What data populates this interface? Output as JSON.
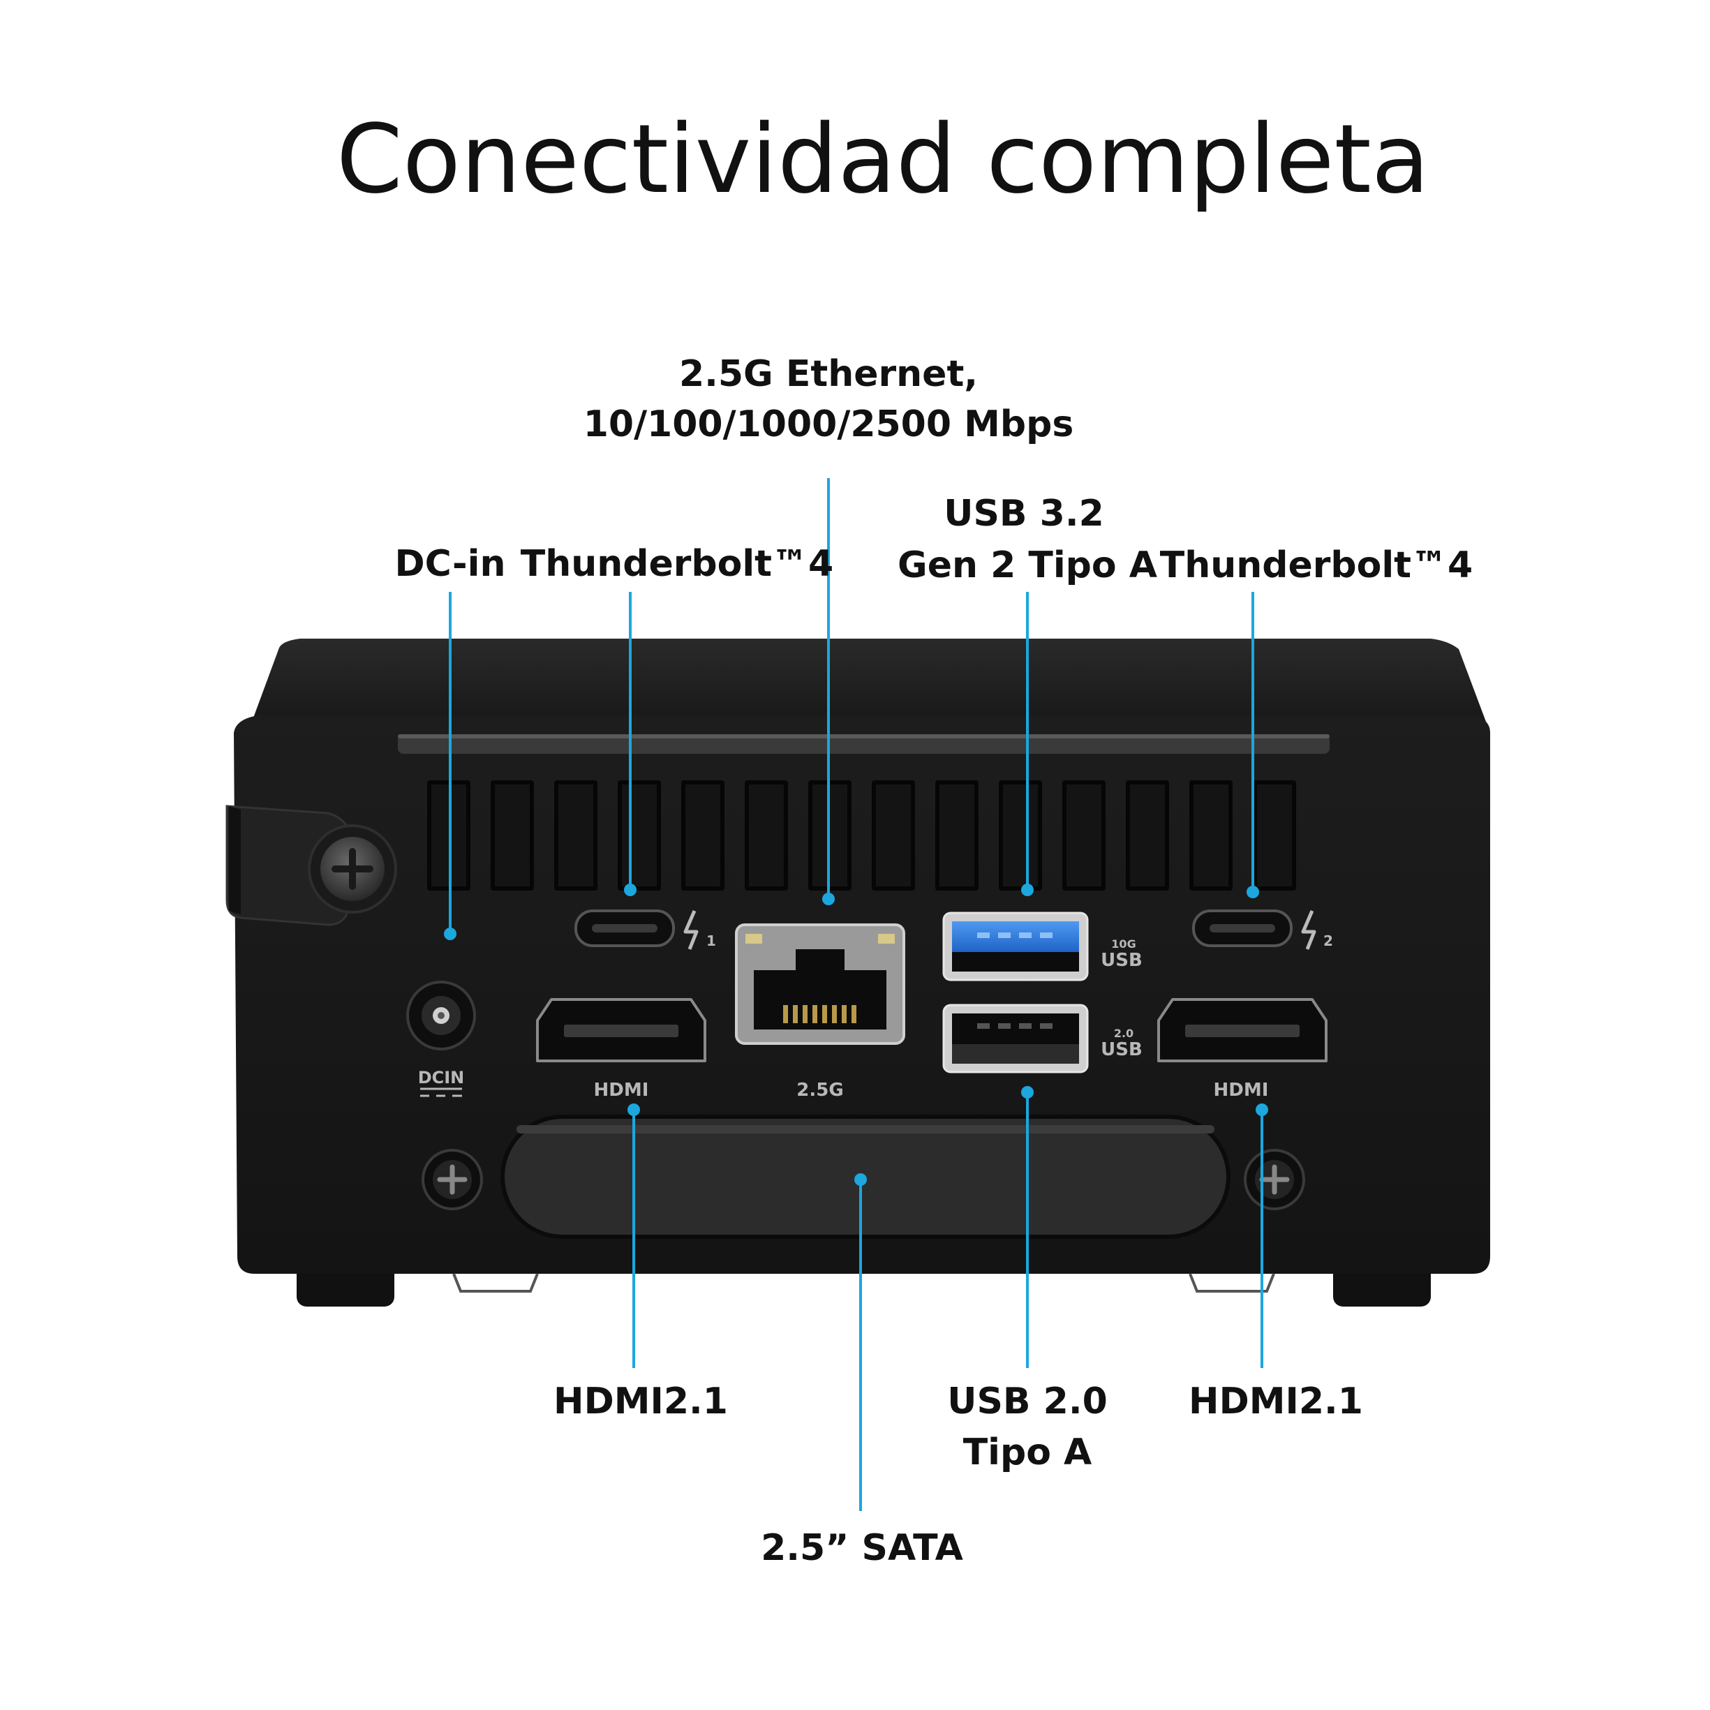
{
  "title": "Conectividad completa",
  "colors": {
    "accent": "#1ca7de",
    "device_body": "#1b1b1b",
    "usb3_blue": "#2b7be0"
  },
  "labels": {
    "ethernet_line1": "2.5G Ethernet,",
    "ethernet_line2": "10/100/1000/2500 Mbps",
    "dcin": "DC-in",
    "tb_left": "Thunderbolt™4",
    "usb32_line1": "USB 3.2",
    "usb32_line2": "Gen 2 Tipo A",
    "tb_right": "Thunderbolt™4",
    "hdmi_left": "HDMI2.1",
    "usb20_line1": "USB 2.0",
    "usb20_line2": "Tipo A",
    "hdmi_right": "HDMI2.1",
    "sata": "2.5” SATA"
  },
  "device_silkscreen": {
    "hdmi_left": "HDMI",
    "ethernet": "2.5G",
    "hdmi_right": "HDMI",
    "dcin": "DCIN",
    "usb10g_top": "10G",
    "usb10g_bottom": "USB",
    "usb20_top": "2.0",
    "usb20_bottom": "USB",
    "tb1_index": "1",
    "tb2_index": "2"
  },
  "icons": [
    "thunderbolt-icon",
    "screw-icon",
    "kensington-lock-icon",
    "dc-power-icon"
  ]
}
